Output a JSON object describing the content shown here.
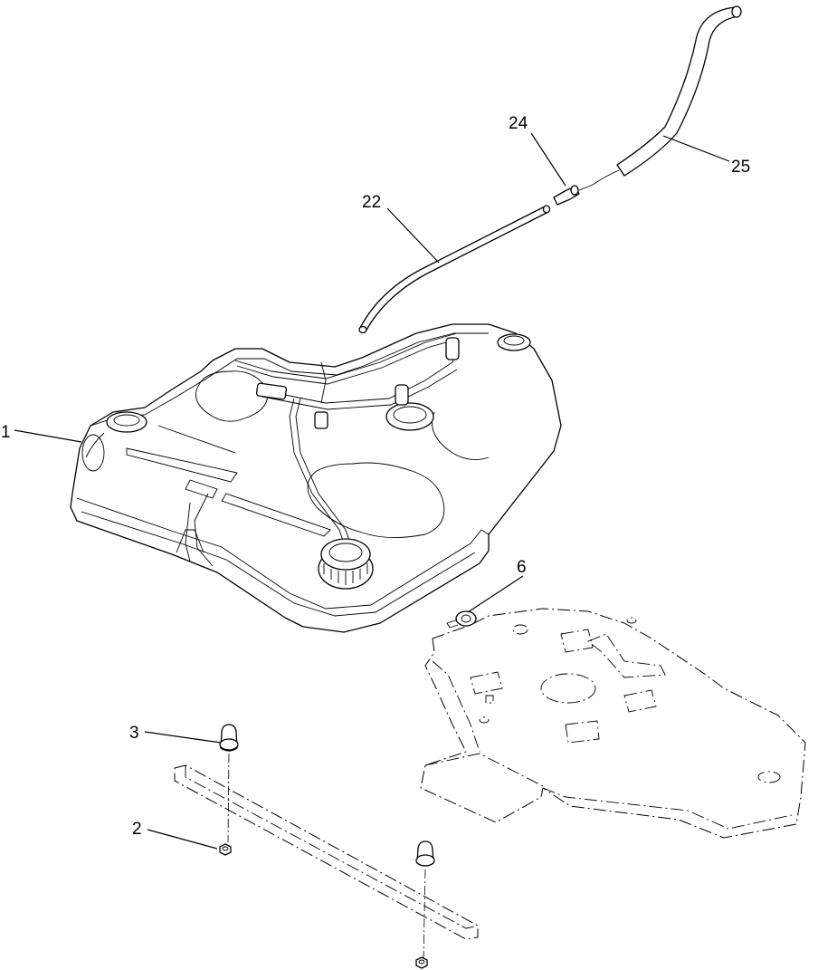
{
  "callouts": [
    {
      "id": "c1",
      "label": "1",
      "part": "fuel-tank"
    },
    {
      "id": "c2",
      "label": "2",
      "part": "nut"
    },
    {
      "id": "c3",
      "label": "3",
      "part": "bumper"
    },
    {
      "id": "c6",
      "label": "6",
      "part": "grommet"
    },
    {
      "id": "c22",
      "label": "22",
      "part": "hose"
    },
    {
      "id": "c24",
      "label": "24",
      "part": "connector"
    },
    {
      "id": "c25",
      "label": "25",
      "part": "vent-hose"
    }
  ]
}
